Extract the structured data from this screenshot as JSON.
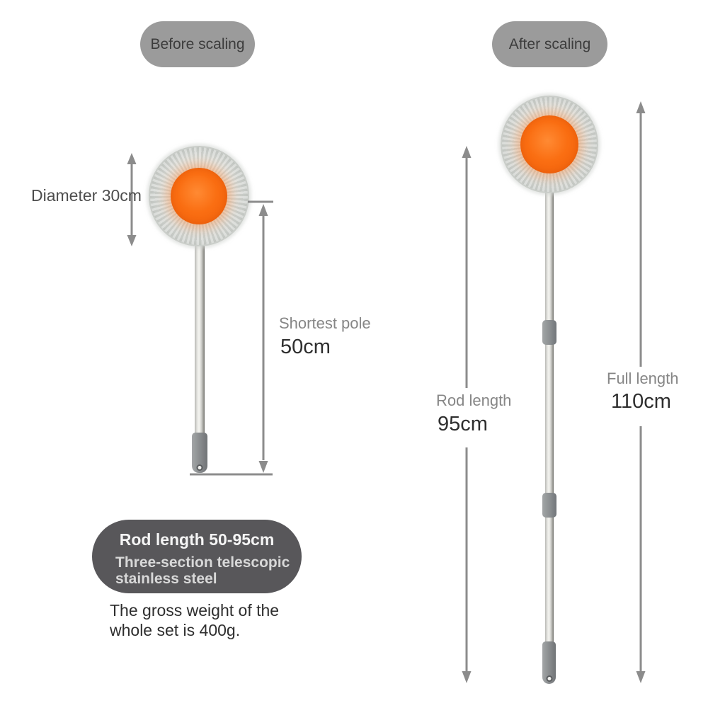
{
  "badges": {
    "before": "Before scaling",
    "after": "After scaling"
  },
  "left_mop": {
    "diameter_label": "Diameter 30cm",
    "shortest_pole_label": "Shortest pole",
    "shortest_pole_value": "50cm"
  },
  "right_mop": {
    "rod_length_label": "Rod length",
    "rod_length_value": "95cm",
    "full_length_label": "Full length",
    "full_length_value": "110cm"
  },
  "info_panel": {
    "title": "Rod length 50-95cm",
    "subtitle_line1": "Three-section telescopic",
    "subtitle_line2": "stainless steel",
    "weight_line1": "The gross weight of the",
    "weight_line2": "whole set is 400g."
  },
  "colors": {
    "badge-bg": "#9b9b9b",
    "badge-text": "#3c3c3c",
    "arrow": "#8c8c8c",
    "label-gray": "#868686",
    "value-dark": "#2e2e2e",
    "fluff": "#d9dcd8",
    "orange": "#f4660e",
    "panel-bg": "#58575a",
    "panel-title": "#f5f5f5",
    "panel-subtitle": "#d8d8d8",
    "note-text": "#2e2e2e"
  }
}
